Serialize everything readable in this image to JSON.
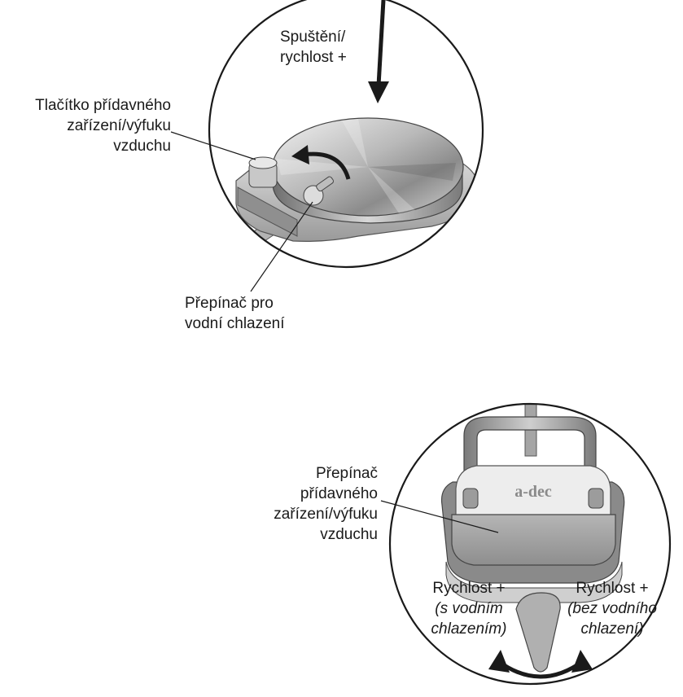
{
  "top_diagram": {
    "labels": {
      "start_speed": [
        "Spuštění/",
        "rychlost +"
      ],
      "accessory_button": [
        "Tlačítko přídavného",
        "zařízení/výfuku",
        "vzduchu"
      ],
      "water_toggle": [
        "Přepínač pro",
        "vodní chlazení"
      ]
    }
  },
  "bottom_diagram": {
    "labels": {
      "accessory_switch": [
        "Přepínač",
        "přídavného",
        "zařízení/výfuku",
        "vzduchu"
      ],
      "speed_left_title": "Rychlost +",
      "speed_left_note": [
        "(s vodním",
        "chlazením)"
      ],
      "speed_right_title": "Rychlost +",
      "speed_right_note": [
        "(bez vodního",
        "chlazení)"
      ],
      "brand_logo": "a-dec"
    }
  },
  "colors": {
    "line": "#1a1a1a",
    "pedal_light": "#e6e6e6",
    "pedal_mid": "#a8a8a8",
    "pedal_dark": "#6b6b6b",
    "background": "#ffffff"
  }
}
